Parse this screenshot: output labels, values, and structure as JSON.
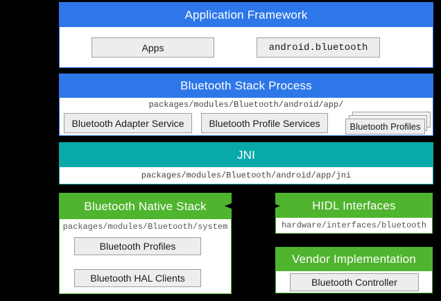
{
  "colors": {
    "background": "#000000",
    "blue_header": "#2e77e8",
    "teal_header": "#0aa9a9",
    "green_header": "#4fb42e",
    "section_body": "#ffffff",
    "box_background": "#ededed",
    "box_border": "#9e9e9e",
    "path_text": "#444444",
    "header_text": "#ffffff",
    "arrow": "#000000"
  },
  "sections": {
    "application_framework": {
      "title": "Application Framework",
      "boxes": {
        "apps": "Apps",
        "android_bluetooth": "android.bluetooth"
      }
    },
    "bluetooth_stack_process": {
      "title": "Bluetooth Stack Process",
      "path": "packages/modules/Bluetooth/android/app/",
      "boxes": {
        "adapter_service": "Bluetooth Adapter Service",
        "profile_services": "Bluetooth Profile Services",
        "profiles": "Bluetooth Profiles"
      }
    },
    "jni": {
      "title": "JNI",
      "path": "packages/modules/Bluetooth/android/app/jni"
    },
    "bluetooth_native_stack": {
      "title": "Bluetooth Native Stack",
      "path": "packages/modules/Bluetooth/system",
      "boxes": {
        "profiles": "Bluetooth Profiles",
        "hal_clients": "Bluetooth HAL Clients"
      }
    },
    "hidl_interfaces": {
      "title": "HIDL Interfaces",
      "path": "hardware/interfaces/bluetooth"
    },
    "vendor_implementation": {
      "title": "Vendor Implementation",
      "boxes": {
        "controller": "Bluetooth Controller"
      }
    }
  }
}
